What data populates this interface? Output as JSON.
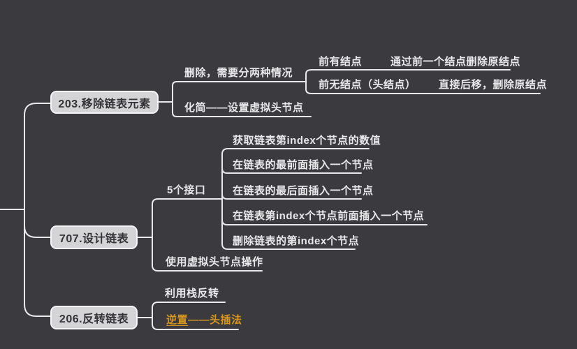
{
  "colors": {
    "background": "#3a3a3f",
    "connector_line": "#e9e9eb",
    "node_fill": "#d4d4d6",
    "node_border": "#f4f4f6",
    "node_text": "#333338",
    "branch_text": "#e9e9eb",
    "accent_orange": "#d8961e"
  },
  "topics": {
    "t203": {
      "label": "203.移除链表元素"
    },
    "t707": {
      "label": "707.设计链表"
    },
    "t206": {
      "label": "206.反转链表"
    }
  },
  "branches": {
    "delete_two_cases": "删除，需要分两种情况",
    "simplify_dummy_head": "化简——设置虚拟头节点",
    "has_prev_node": "前有结点",
    "delete_via_prev": "通过前一个结点删除原结点",
    "no_prev_node": "前无结点（头结点）",
    "shift_and_delete": "直接后移，删除原结点",
    "five_interfaces": "5个接口",
    "get_index_value": "获取链表第index个节点的数值",
    "insert_front": "在链表的最前面插入一个节点",
    "insert_back": "在链表的最后面插入一个节点",
    "insert_before_index": "在链表第index个节点前面插入一个节点",
    "delete_index": "删除链表的第index个节点",
    "use_dummy_head_ops": "使用虚拟头节点操作",
    "reverse_with_stack": "利用栈反转",
    "reverse_head_insert": {
      "underlined": "逆置",
      "rest": "——头插法"
    }
  }
}
